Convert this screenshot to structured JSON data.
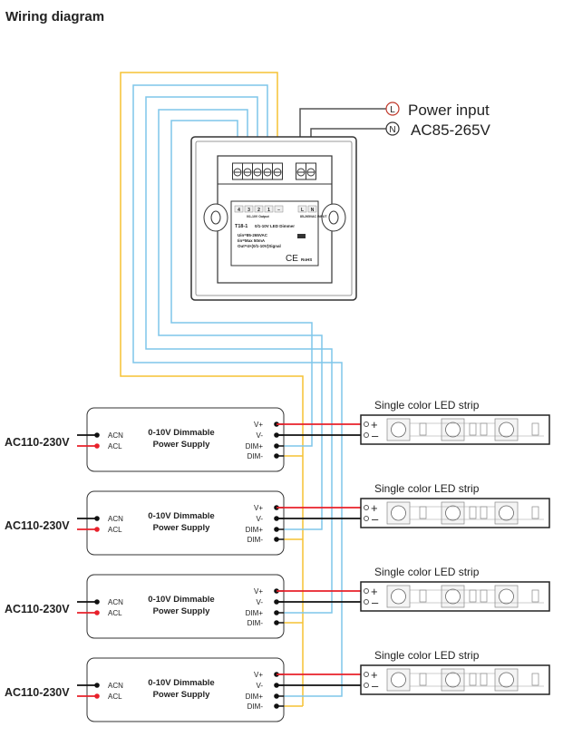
{
  "title": "Wiring diagram",
  "power_input": {
    "line1": "Power input",
    "line2": "AC85-265V",
    "l_label": "L",
    "n_label": "N"
  },
  "dimmer": {
    "terminals": [
      "4",
      "3",
      "2",
      "1",
      "–",
      "L",
      "N"
    ],
    "output_label": "0/1-10V Output",
    "input_label": "85-265VAC INPUT",
    "model": "T18-1",
    "name": "0/1-10V LED Dimmer",
    "spec1": "Uin=85-265VAC",
    "spec2": "Iin=Max 50mA",
    "spec3": "Out=4×(0/1-10V)Signal",
    "ce": "CE",
    "rohs": "RoHS"
  },
  "power_supplies": [
    {
      "input": "AC110-230V",
      "acn": "ACN",
      "acl": "ACL",
      "name1": "0-10V Dimmable",
      "name2": "Power Supply",
      "vplus": "V+",
      "vminus": "V-",
      "dimplus": "DIM+",
      "dimminus": "DIM-",
      "strip": "Single color LED strip"
    },
    {
      "input": "AC110-230V",
      "acn": "ACN",
      "acl": "ACL",
      "name1": "0-10V Dimmable",
      "name2": "Power Supply",
      "vplus": "V+",
      "vminus": "V-",
      "dimplus": "DIM+",
      "dimminus": "DIM-",
      "strip": "Single color LED strip"
    },
    {
      "input": "AC110-230V",
      "acn": "ACN",
      "acl": "ACL",
      "name1": "0-10V Dimmable",
      "name2": "Power Supply",
      "vplus": "V+",
      "vminus": "V-",
      "dimplus": "DIM+",
      "dimminus": "DIM-",
      "strip": "Single color LED strip"
    },
    {
      "input": "AC110-230V",
      "acn": "ACN",
      "acl": "ACL",
      "name1": "0-10V Dimmable",
      "name2": "Power Supply",
      "vplus": "V+",
      "vminus": "V-",
      "dimplus": "DIM+",
      "dimminus": "DIM-",
      "strip": "Single color LED strip"
    }
  ],
  "strip_signs": {
    "plus": "+",
    "minus": "–"
  },
  "colors": {
    "signal_wire": "#7fc6ea",
    "common_wire": "#f5c233",
    "live_wire": "#e8202a",
    "neutral_wire": "#111111",
    "mains_wire": "#555555"
  }
}
